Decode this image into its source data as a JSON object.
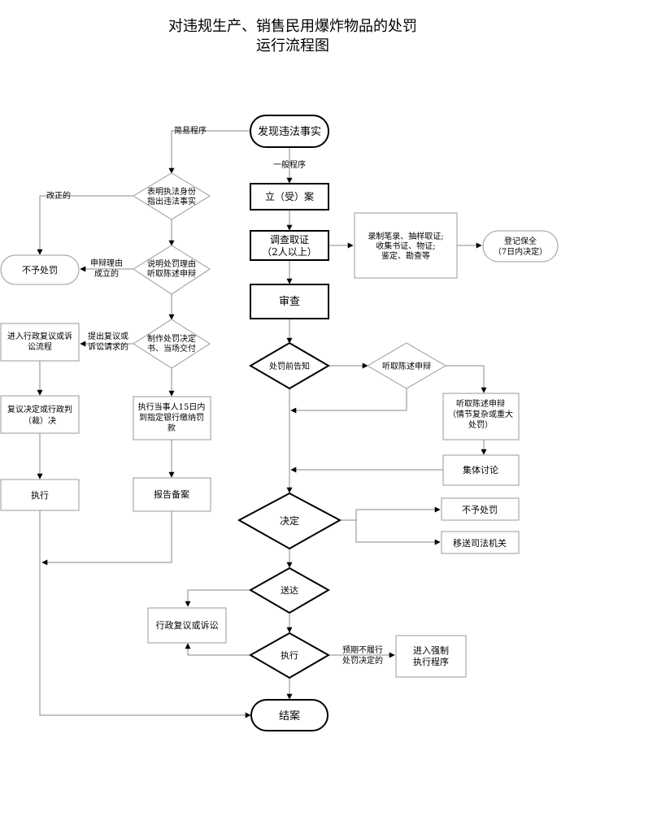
{
  "title": {
    "line1": "对违规生产、销售民用爆炸物品的处罚",
    "line2": "运行流程图"
  },
  "nodes": {
    "discover": "发现违法事实",
    "file": "立（受）案",
    "investigate": [
      "调查取证",
      "（2人以上）"
    ],
    "evidence_methods": [
      "录制笔录、抽样取证;",
      "收集书证、物证;",
      "鉴定、勘查等"
    ],
    "register_preserve": [
      "登记保全",
      "（7日内决定）"
    ],
    "review": "审查",
    "pre_notice": "处罚前告知",
    "hear_statement": "听取陈述申辩",
    "hearing_complex": [
      "听取陈述申辩",
      "（情节复杂或重大",
      "处罚）"
    ],
    "collective": "集体讨论",
    "decision": "决定",
    "no_penalty_right": "不予处罚",
    "transfer_judicial": "移送司法机关",
    "deliver": "送达",
    "admin_review_lawsuit": "行政复议或诉讼",
    "execute_main": "执行",
    "enforce": [
      "进入强制",
      "执行程序"
    ],
    "close_case": "结案",
    "show_identity": [
      "表明执法身份",
      "指出违法事实"
    ],
    "explain_reason": [
      "说明处罚理由",
      "听取陈述申辩"
    ],
    "make_decision": [
      "制作处罚决定",
      "书、当场交付"
    ],
    "pay_fine": [
      "执行当事人15日内",
      "到指定银行缴纳罚",
      "款"
    ],
    "report_file": "报告备案",
    "no_penalty_left": "不予处罚",
    "enter_review": [
      "进入行政复议或诉",
      "讼流程"
    ],
    "review_result": [
      "复议决定或行政判",
      "（裁）决"
    ],
    "execute_left": "执行"
  },
  "labels": {
    "simple_procedure": "简易程序",
    "general_procedure": "一般程序",
    "corrected": "改正的",
    "defense_valid": [
      "申辩理由",
      "成立的"
    ],
    "appeal_request": [
      "提出复议或",
      "诉讼请求的"
    ],
    "overdue": [
      "预期不履行",
      "处罚决定的"
    ]
  }
}
